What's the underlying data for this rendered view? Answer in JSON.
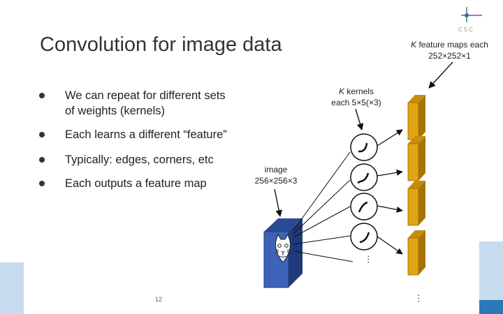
{
  "slide": {
    "title": "Convolution for image data",
    "bullets": [
      {
        "line1": "We can repeat for different sets",
        "line2": "of weights (kernels)"
      },
      {
        "line1": "Each learns a different “feature”",
        "line2": ""
      },
      {
        "line1": "Typically: edges, corners, etc",
        "line2": ""
      },
      {
        "line1": "Each outputs a feature map",
        "line2": ""
      }
    ],
    "page_number": "12"
  },
  "diagram": {
    "image_label": {
      "line1": "image",
      "line2": "256×256×3"
    },
    "kernels_label": {
      "k": "K",
      "rest": " kernels",
      "line2": "each 5×5(×3)"
    },
    "feature_maps_label": {
      "k": "K",
      "rest": " feature maps each",
      "line2": "252×252×1"
    },
    "kernel_ellipsis": "…",
    "map_ellipsis": "…",
    "colors": {
      "image": "#3d63b8",
      "feature_map": "#e1a412",
      "feature_map_dark": "#b97f06",
      "accent_blue": "#c7dcee",
      "dark_blue": "#2b78b8"
    }
  },
  "logo": {
    "text": "CSC"
  }
}
